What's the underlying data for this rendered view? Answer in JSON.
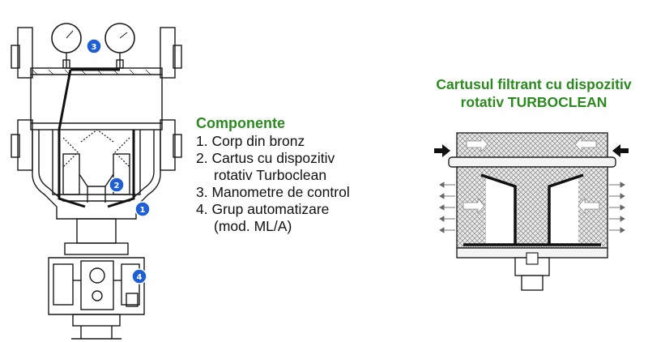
{
  "components": {
    "heading": "Componente",
    "items": [
      {
        "num": "1.",
        "lines": [
          "Corp din bronz"
        ]
      },
      {
        "num": "2.",
        "lines": [
          "Cartus cu dispozitiv",
          "rotativ Turboclean"
        ]
      },
      {
        "num": "3.",
        "lines": [
          "Manometre de control"
        ]
      },
      {
        "num": "4.",
        "lines": [
          "Grup automatizare",
          "(mod. ML/A)"
        ]
      }
    ]
  },
  "cartridge": {
    "title_line1": "Cartusul filtrant cu dispozitiv",
    "title_line2": "rotativ TURBOCLEAN"
  },
  "callouts": [
    "1",
    "2",
    "3",
    "4"
  ],
  "colors": {
    "heading_green": "#2b8a1f",
    "badge_blue": "#1f5fd6",
    "line": "#1a1a1a"
  }
}
